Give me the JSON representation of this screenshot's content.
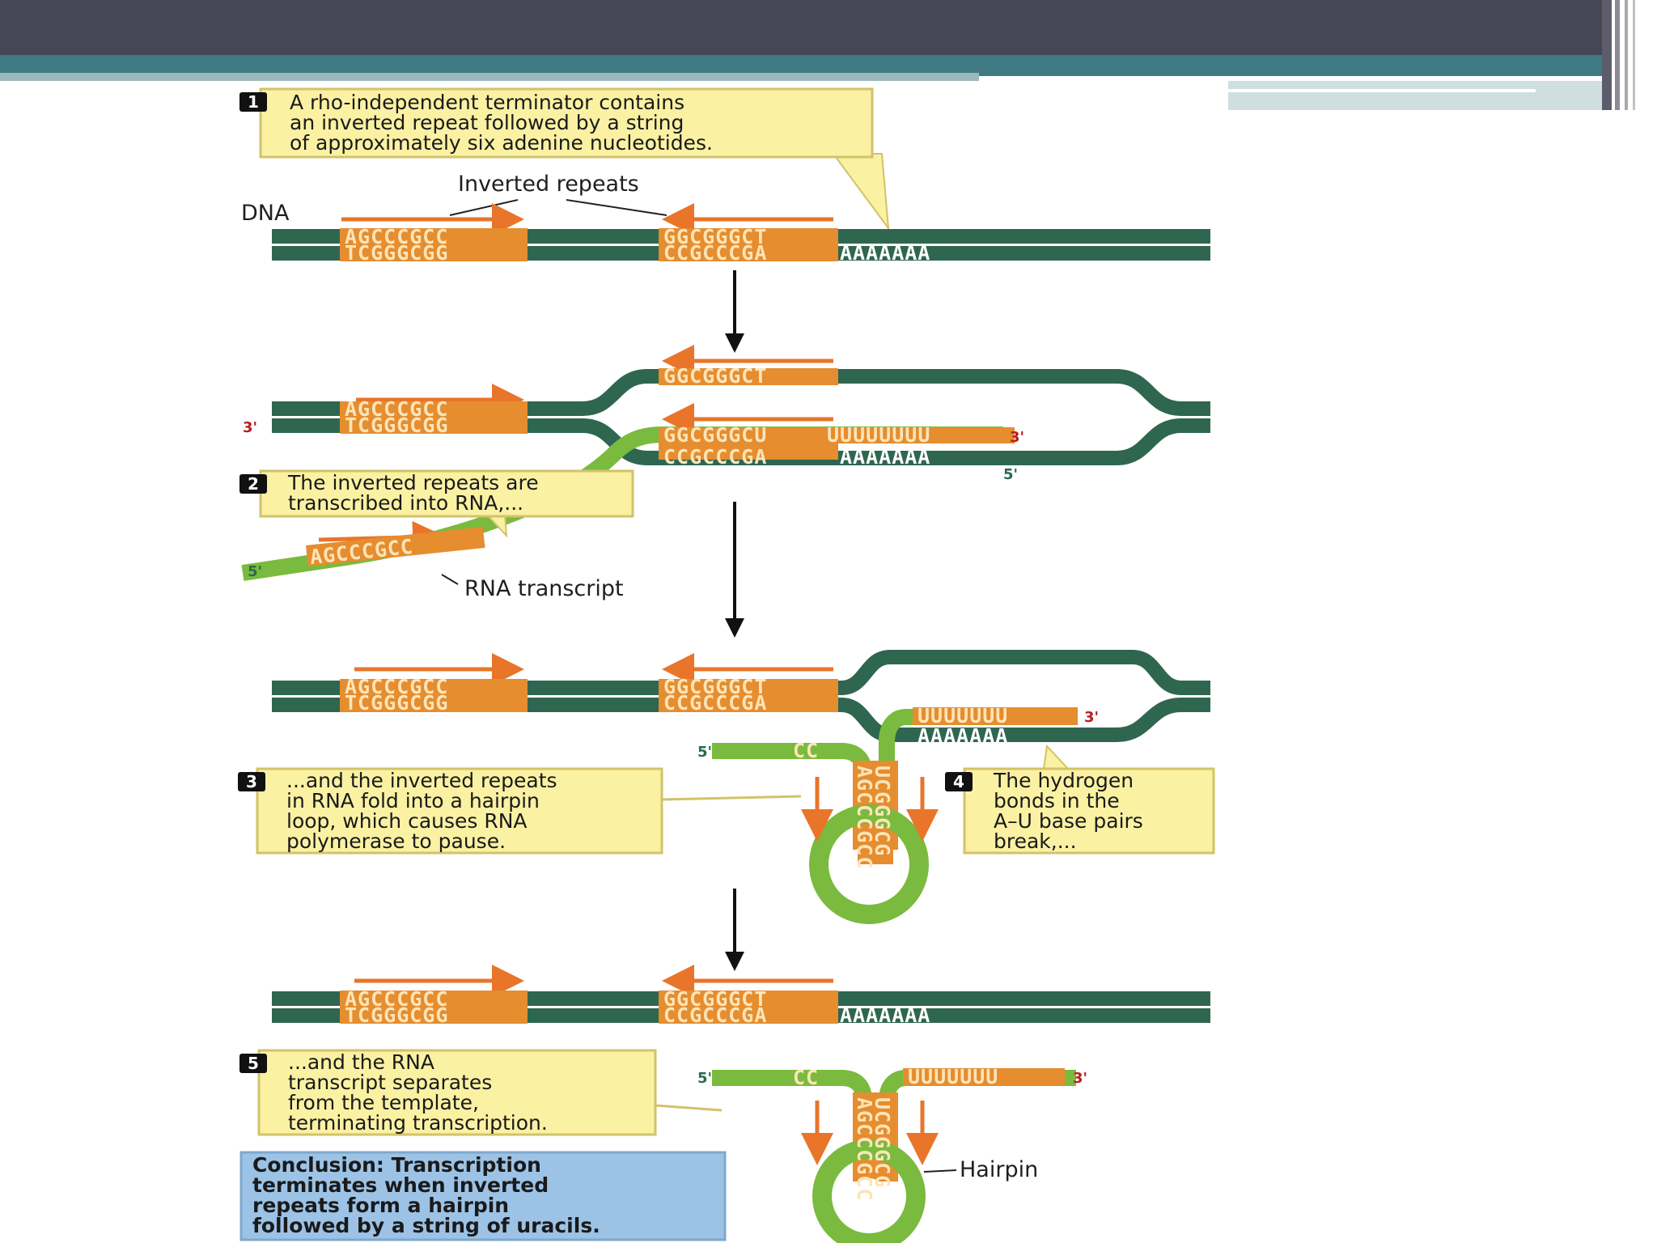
{
  "step1": {
    "num": "1",
    "lines": [
      "A rho-independent terminator contains",
      "an inverted repeat followed by a string",
      "of approximately six adenine nucleotides."
    ]
  },
  "step2": {
    "num": "2",
    "lines": [
      "The inverted repeats are",
      "transcribed into RNA,..."
    ]
  },
  "step3": {
    "num": "3",
    "lines": [
      "...and the inverted repeats",
      "in RNA fold into a hairpin",
      "loop, which causes RNA",
      "polymerase to pause."
    ]
  },
  "step4": {
    "num": "4",
    "lines": [
      "The hydrogen",
      "bonds in the",
      "A–U base pairs",
      "break,..."
    ]
  },
  "step5": {
    "num": "5",
    "lines": [
      "...and the RNA",
      "transcript separates",
      "from the template,",
      "terminating transcription."
    ]
  },
  "conclusion": {
    "lines": [
      "Conclusion: Transcription",
      "terminates when inverted",
      "repeats form a hairpin",
      "followed by a string of uracils."
    ]
  },
  "labels": {
    "dna": "DNA",
    "inverted_repeats": "Inverted repeats",
    "rna_transcript": "RNA transcript",
    "hairpin": "Hairpin",
    "three_prime": "3'",
    "five_prime": "5'"
  },
  "sequences": {
    "left_top": "AGCCCGCC",
    "left_bottom": "TCGGGCGG",
    "right_top": "GGCGGGCT",
    "right_bottom": "CCGCCCGA",
    "a_tail": "AAAAAAA",
    "rna_right": "GGCGGGCU",
    "u_tail": "UUUUUUUU",
    "u_tail_short": "UUUUUUU",
    "hairpin_left": "AGCCCGCC",
    "hairpin_right": "UCGGGCG",
    "cc": "CC"
  },
  "colors": {
    "dna_strand": "#2f6650",
    "repeat_box": "#e58d2f",
    "arrow": "#e8752a",
    "rna": "#7aba3e",
    "callout_fill": "#faf1a3",
    "callout_border": "#d2c26a",
    "conclusion_fill": "#9cc3e6"
  }
}
